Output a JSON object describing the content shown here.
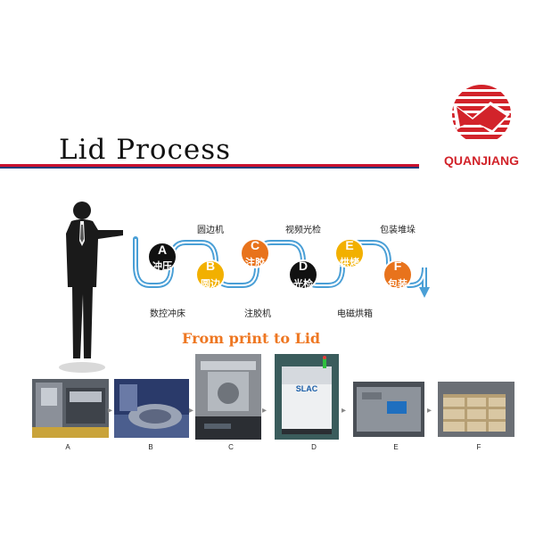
{
  "slide": {
    "title": "Lid Process",
    "subtitle": "From print to Lid",
    "brand": "QUANJIANG"
  },
  "process": {
    "steps": [
      {
        "letter": "A",
        "name": "冲压",
        "label": "数控冲床",
        "color": "#111111"
      },
      {
        "letter": "B",
        "name": "圆边",
        "label": "圆边机",
        "color": "#f2b000"
      },
      {
        "letter": "C",
        "name": "注胶",
        "label": "注胶机",
        "color": "#e8731c"
      },
      {
        "letter": "D",
        "name": "光检",
        "label": "视频光检",
        "color": "#111111"
      },
      {
        "letter": "E",
        "name": "烘烤",
        "label": "电磁烘箱",
        "color": "#f2b000"
      },
      {
        "letter": "F",
        "name": "包装",
        "label": "包装堆垛",
        "color": "#e8731c"
      }
    ]
  },
  "photos": {
    "letters": [
      "A",
      "B",
      "C",
      "D",
      "E",
      "F"
    ],
    "machine_label": "SLAC"
  },
  "colors": {
    "flow_line": "#4a9fd6",
    "title_rule_red": "#c8102e",
    "title_rule_blue": "#1f3d7a",
    "brand_red": "#d2232a",
    "subtitle_orange": "#ee7722"
  }
}
